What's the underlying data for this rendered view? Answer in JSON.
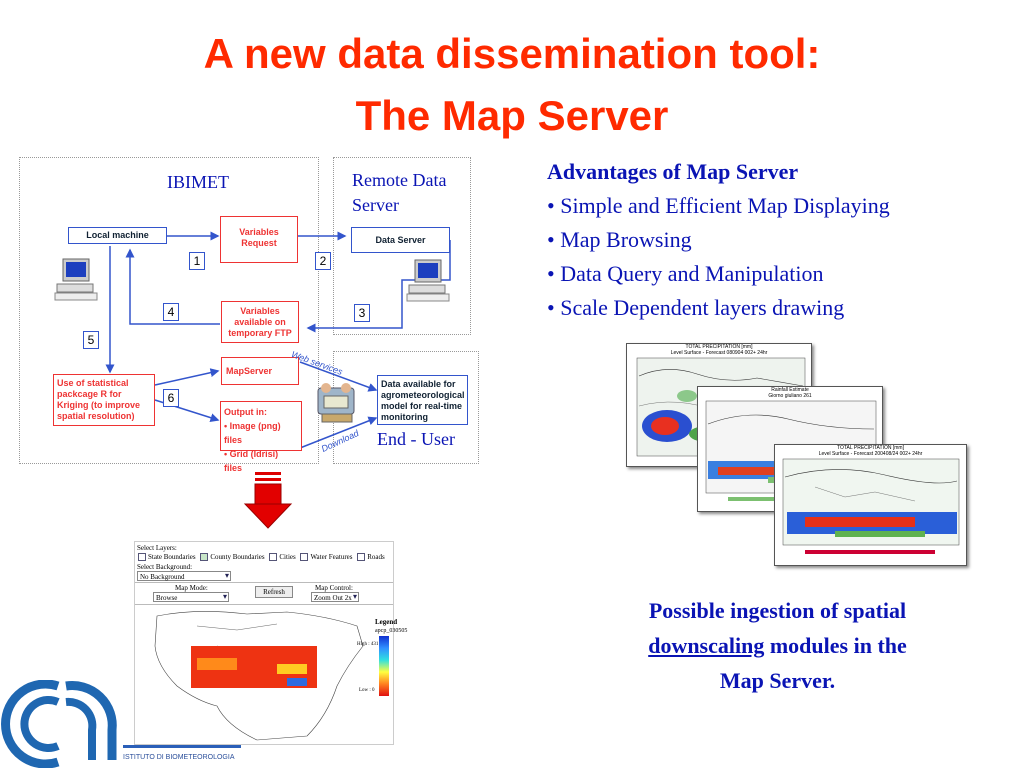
{
  "slide": {
    "title_line1": "A new data dissemination tool:",
    "title_line2": "The Map Server"
  },
  "diagram": {
    "ibimet_label": "IBIMET",
    "remote_label_line1": "Remote Data",
    "remote_label_line2": "Server",
    "end_user_label": "End - User",
    "local_machine": "Local machine",
    "variables_request_line1": "Variables",
    "variables_request_line2": "Request",
    "data_server": "Data Server",
    "variables_available_line1": "Variables",
    "variables_available_line2": "available on",
    "variables_available_line3": "temporary FTP",
    "mapserver": "MapServer",
    "statistical_line1": "Use of statistical",
    "statistical_line2": "packcage R for",
    "statistical_line3": "Kriging (to improve",
    "statistical_line4": "spatial resolution)",
    "output_line1": "Output in:",
    "output_line2": "• Image (png) files",
    "output_line3": "• Grid (Idrisi) files",
    "data_available_line1": "Data available for",
    "data_available_line2": "agrometeorological",
    "data_available_line3": "model for real-time",
    "data_available_line4": "monitoring",
    "web_services": "Web services",
    "download": "Download",
    "step1": "1",
    "step2": "2",
    "step3": "3",
    "step4": "4",
    "step5": "5",
    "step6": "6"
  },
  "advantages": {
    "heading": "Advantages of Map Server",
    "items": [
      "• Simple and Efficient Map Displaying",
      "• Map Browsing",
      "• Data Query and Manipulation",
      "• Scale Dependent layers drawing"
    ]
  },
  "maps": {
    "map1_title": "TOTAL PRECIPITATION [mm]",
    "map1_sub": "Level Surface - Forecast 080904 002+ 24hr",
    "map2_title": "Rainfall Estimate",
    "map2_sub": "Giorno giuliano 261",
    "map3_title": "TOTAL PRECIPITATION [mm]",
    "map3_sub": "Level Surface - Forecast 200408/24 002+ 24hr"
  },
  "possible": {
    "text_before": "Possible ingestion of spatial",
    "link": "downscaling",
    "text_after": " modules in the",
    "text_last": "Map Server."
  },
  "mapserver_ui": {
    "select_layers": "Select Layers:",
    "layers": [
      "State Boundaries",
      "County Boundaries",
      "Cities",
      "Water Features",
      "Roads"
    ],
    "select_background": "Select Background:",
    "background_value": "No Background",
    "map_mode_label": "Map Mode:",
    "map_mode_value": "Browse",
    "refresh": "Refresh",
    "map_control_label": "Map Control:",
    "map_control_value": "Zoom Out 2x",
    "legend_title": "Legend",
    "legend_layer": "apcp_030505",
    "legend_high": "High : 431",
    "legend_low": "Low : 0"
  },
  "logo": {
    "institute": "ISTITUTO DI BIOMETEOROLOGIA"
  },
  "colors": {
    "title": "#ff2a00",
    "text_blue": "#0a14b4",
    "flow_red": "#e33333",
    "flow_blue": "#3355cc"
  }
}
